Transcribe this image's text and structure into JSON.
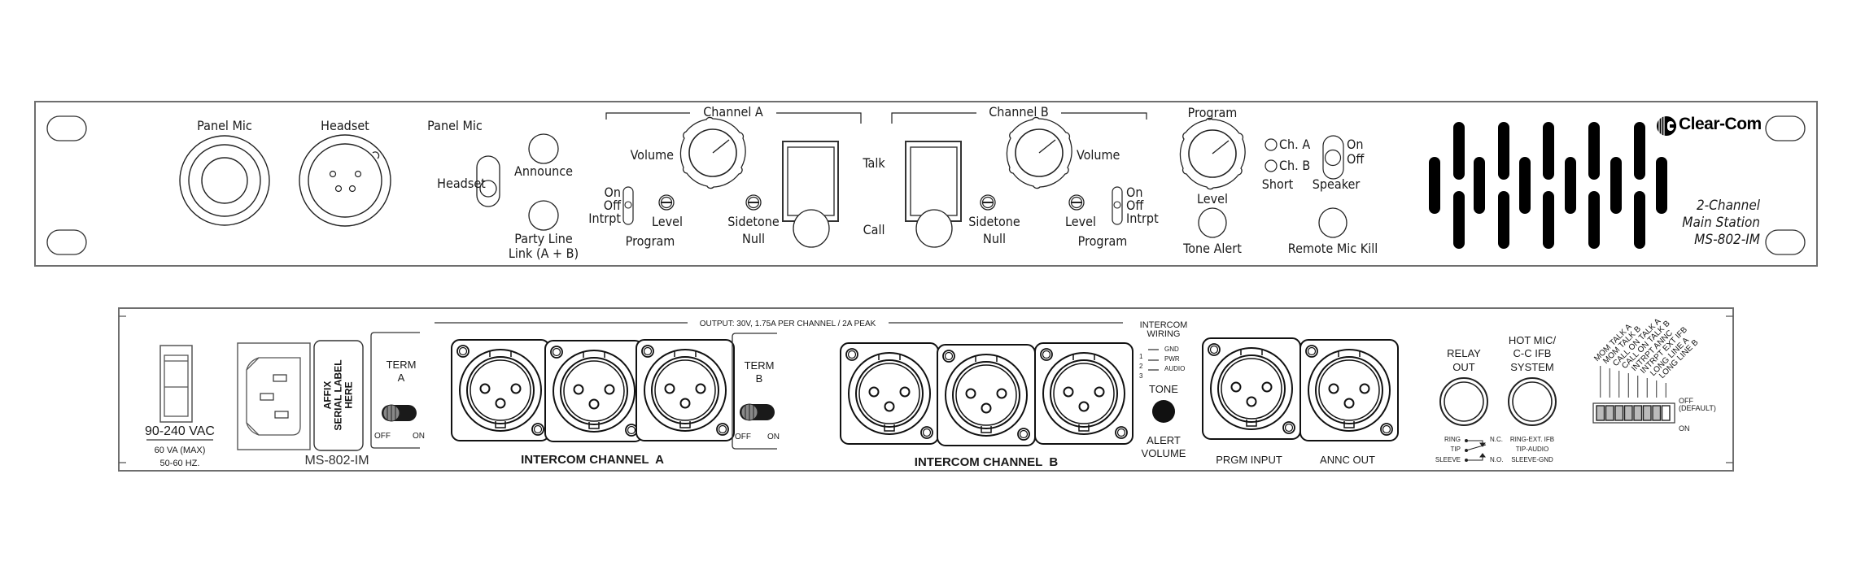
{
  "title": "Clear-Com MS-802-IM 2-Channel Main Station — Front and Rear Panels",
  "front_panel": {
    "brand": "Clear-Com",
    "model_lines": [
      "2-Channel",
      "Main Station",
      "MS-802-IM"
    ],
    "panel_mic_label": "Panel Mic",
    "headset_label": "Headset",
    "mic_select_switch": {
      "top_label": "Panel Mic",
      "bottom_label": "Headset"
    },
    "announce_label": "Announce",
    "party_line_label_1": "Party Line",
    "party_line_label_2": "Link (A + B)",
    "channel_a": {
      "group_label": "Channel A",
      "volume_label": "Volume",
      "program_switch": [
        "On",
        "Off",
        "Intrpt"
      ],
      "level_label": "Level",
      "program_label": "Program",
      "sidetone_label_1": "Sidetone",
      "sidetone_label_2": "Null"
    },
    "talk_label": "Talk",
    "call_label": "Call",
    "channel_b": {
      "group_label": "Channel B",
      "volume_label": "Volume",
      "program_switch": [
        "On",
        "Off",
        "Intrpt"
      ],
      "level_label": "Level",
      "program_label": "Program",
      "sidetone_label_1": "Sidetone",
      "sidetone_label_2": "Null"
    },
    "program_knob": {
      "top_label": "Program",
      "bottom_label": "Level"
    },
    "short_indicators": {
      "ch_a": "Ch. A",
      "ch_b": "Ch. B",
      "label": "Short"
    },
    "speaker_switch": {
      "on": "On",
      "off": "Off",
      "label": "Speaker"
    },
    "tone_alert_label": "Tone Alert",
    "remote_mic_kill_label": "Remote Mic Kill"
  },
  "rear_panel": {
    "power": {
      "rating": "90-240 VAC",
      "va": "60 VA (MAX)",
      "freq": "50-60 HZ."
    },
    "serial_label": [
      "AFFIX",
      "SERIAL LABEL",
      "HERE"
    ],
    "model": "MS-802-IM",
    "term_a": {
      "label_1": "TERM",
      "label_2": "A",
      "off": "OFF",
      "on": "ON"
    },
    "term_b": {
      "label_1": "TERM",
      "label_2": "B",
      "off": "OFF",
      "on": "ON"
    },
    "output_spec": "OUTPUT: 30V, 1.75A PER CHANNEL / 2A PEAK",
    "intercom_channel_a": "INTERCOM CHANNEL  A",
    "intercom_channel_b": "INTERCOM CHANNEL  B",
    "wiring": {
      "title_1": "INTERCOM",
      "title_2": "WIRING",
      "pins": [
        {
          "num": "1",
          "name": "GND"
        },
        {
          "num": "2",
          "name": "PWR"
        },
        {
          "num": "3",
          "name": "AUDIO"
        }
      ]
    },
    "tone": {
      "label_1": "TONE",
      "label_2": "ALERT",
      "label_3": "VOLUME"
    },
    "prgm_input": "PRGM INPUT",
    "annc_out": "ANNC OUT",
    "relay_out": {
      "label_1": "RELAY",
      "label_2": "OUT",
      "ring": "RING",
      "tip": "TIP",
      "sleeve": "SLEEVE",
      "nc": "N.C.",
      "no": "N.O."
    },
    "hot_mic": {
      "label_1": "HOT MIC/",
      "label_2": "C-C IFB",
      "label_3": "SYSTEM",
      "ring": "RING-EXT. IFB",
      "tip": "TIP-AUDIO",
      "sleeve": "SLEEVE-GND"
    },
    "dip_switches": {
      "labels": [
        "MOM TALK A",
        "MOM TALK B",
        "CALL ON TALK A",
        "CALL ON TALK B",
        "INTRPT ANNC",
        "INTRPT EXT IFB",
        "LONG LINE A",
        "LONG LINE B"
      ],
      "off_label_1": "OFF",
      "off_label_2": "(DEFAULT)",
      "on_label": "ON",
      "states": [
        "off",
        "off",
        "off",
        "off",
        "off",
        "off",
        "off",
        "on"
      ]
    }
  }
}
